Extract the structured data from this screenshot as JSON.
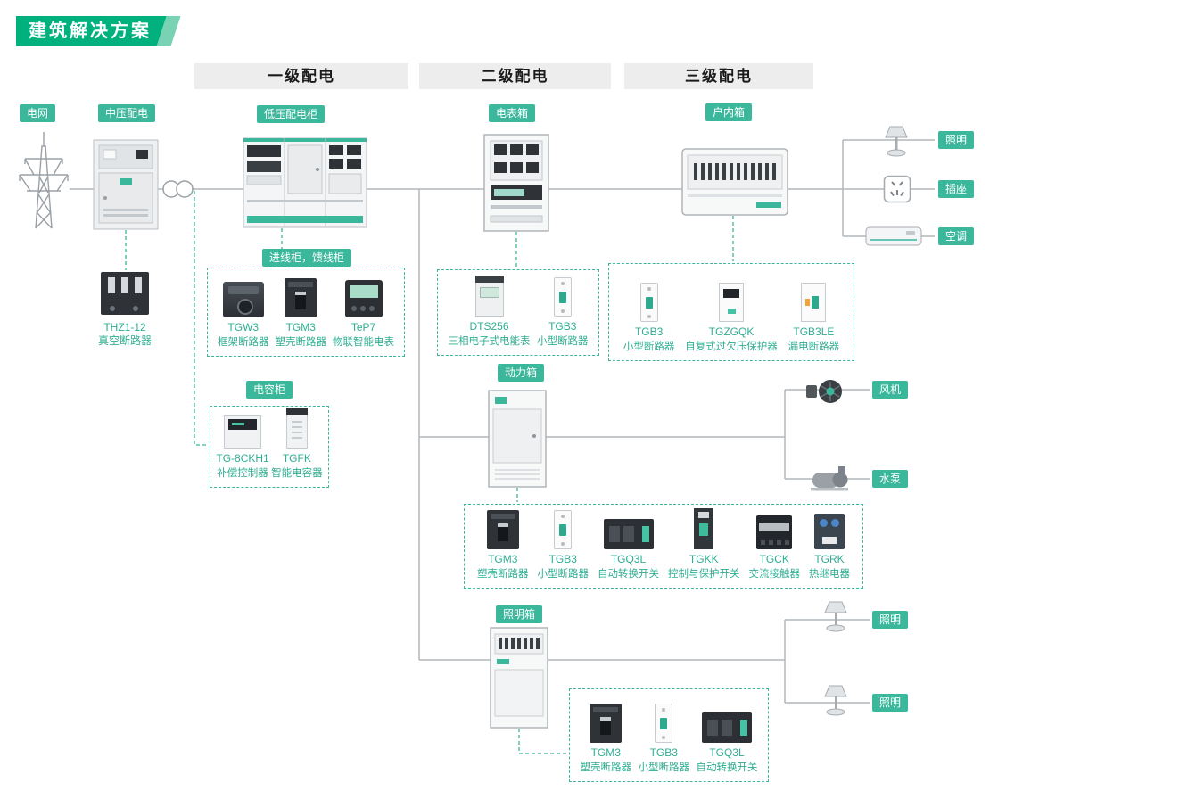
{
  "banner": {
    "title": "建筑解决方案"
  },
  "sections": {
    "primary": "一级配电",
    "secondary": "二级配电",
    "tertiary": "三级配电"
  },
  "nodes": {
    "grid": "电网",
    "mv": "中压配电",
    "lv": "低压配电柜",
    "meter_box": "电表箱",
    "indoor_box": "户内箱",
    "power_box": "动力箱",
    "lighting_box": "照明箱",
    "incoming_feeder": "进线柜，馈线柜",
    "capacitor": "电容柜"
  },
  "vacuum_breaker": {
    "name": "THZ1-12",
    "desc": "真空断路器"
  },
  "loads": {
    "lighting1": "照明",
    "socket": "插座",
    "aircon": "空调",
    "fan": "风机",
    "pump": "水泵",
    "lighting2": "照明",
    "lighting3": "照明"
  },
  "groups": {
    "incoming": {
      "products": [
        {
          "name": "TGW3",
          "desc": "框架断路器"
        },
        {
          "name": "TGM3",
          "desc": "塑壳断路器"
        },
        {
          "name": "TeP7",
          "desc": "物联智能电表"
        }
      ]
    },
    "capacitor": {
      "products": [
        {
          "name": "TG-8CKH1",
          "desc": "补偿控制器"
        },
        {
          "name": "TGFK",
          "desc": "智能电容器"
        }
      ]
    },
    "meter": {
      "products": [
        {
          "name": "DTS256",
          "desc": "三相电子式电能表"
        },
        {
          "name": "TGB3",
          "desc": "小型断路器"
        }
      ]
    },
    "indoor": {
      "products": [
        {
          "name": "TGB3",
          "desc": "小型断路器"
        },
        {
          "name": "TGZGQK",
          "desc": "自复式过欠压保护器"
        },
        {
          "name": "TGB3LE",
          "desc": "漏电断路器"
        }
      ]
    },
    "power": {
      "products": [
        {
          "name": "TGM3",
          "desc": "塑壳断路器"
        },
        {
          "name": "TGB3",
          "desc": "小型断路器"
        },
        {
          "name": "TGQ3L",
          "desc": "自动转换开关"
        },
        {
          "name": "TGKK",
          "desc": "控制与保护开关"
        },
        {
          "name": "TGCK",
          "desc": "交流接触器"
        },
        {
          "name": "TGRK",
          "desc": "热继电器"
        }
      ]
    },
    "lighting": {
      "products": [
        {
          "name": "TGM3",
          "desc": "塑壳断路器"
        },
        {
          "name": "TGB3",
          "desc": "小型断路器"
        },
        {
          "name": "TGQ3L",
          "desc": "自动转换开关"
        }
      ]
    }
  },
  "colors": {
    "brand_green": "#00b17e",
    "teal": "#3bb79c",
    "line_gray": "#b3b7bb"
  }
}
